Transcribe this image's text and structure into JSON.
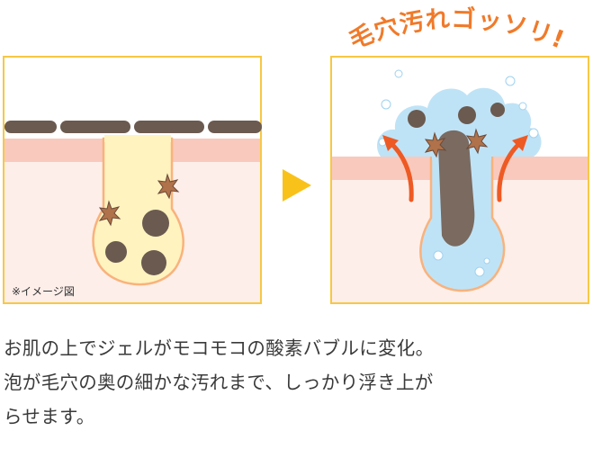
{
  "left_panel": {
    "note": "※イメージ図"
  },
  "right_panel": {
    "headline": "毛穴汚れゴッソリ!"
  },
  "caption": {
    "line1": "お肌の上でジェルがモコモコの酸素バブルに変化。",
    "line2": "泡が毛穴の奥の細かな汚れまで、しっかり浮き上が",
    "line3": "らせます。"
  },
  "colors": {
    "frame": "#f7c844",
    "skin": "#fde8e2",
    "skin_band": "#f9c9bd",
    "pore_fill": "#fff3bf",
    "dirt": "#6b5a50",
    "foam": "#bfe3f6",
    "headline_text": "#f07a2a",
    "arrow_red": "#ee5a24",
    "play_arrow": "#f9c21b"
  }
}
